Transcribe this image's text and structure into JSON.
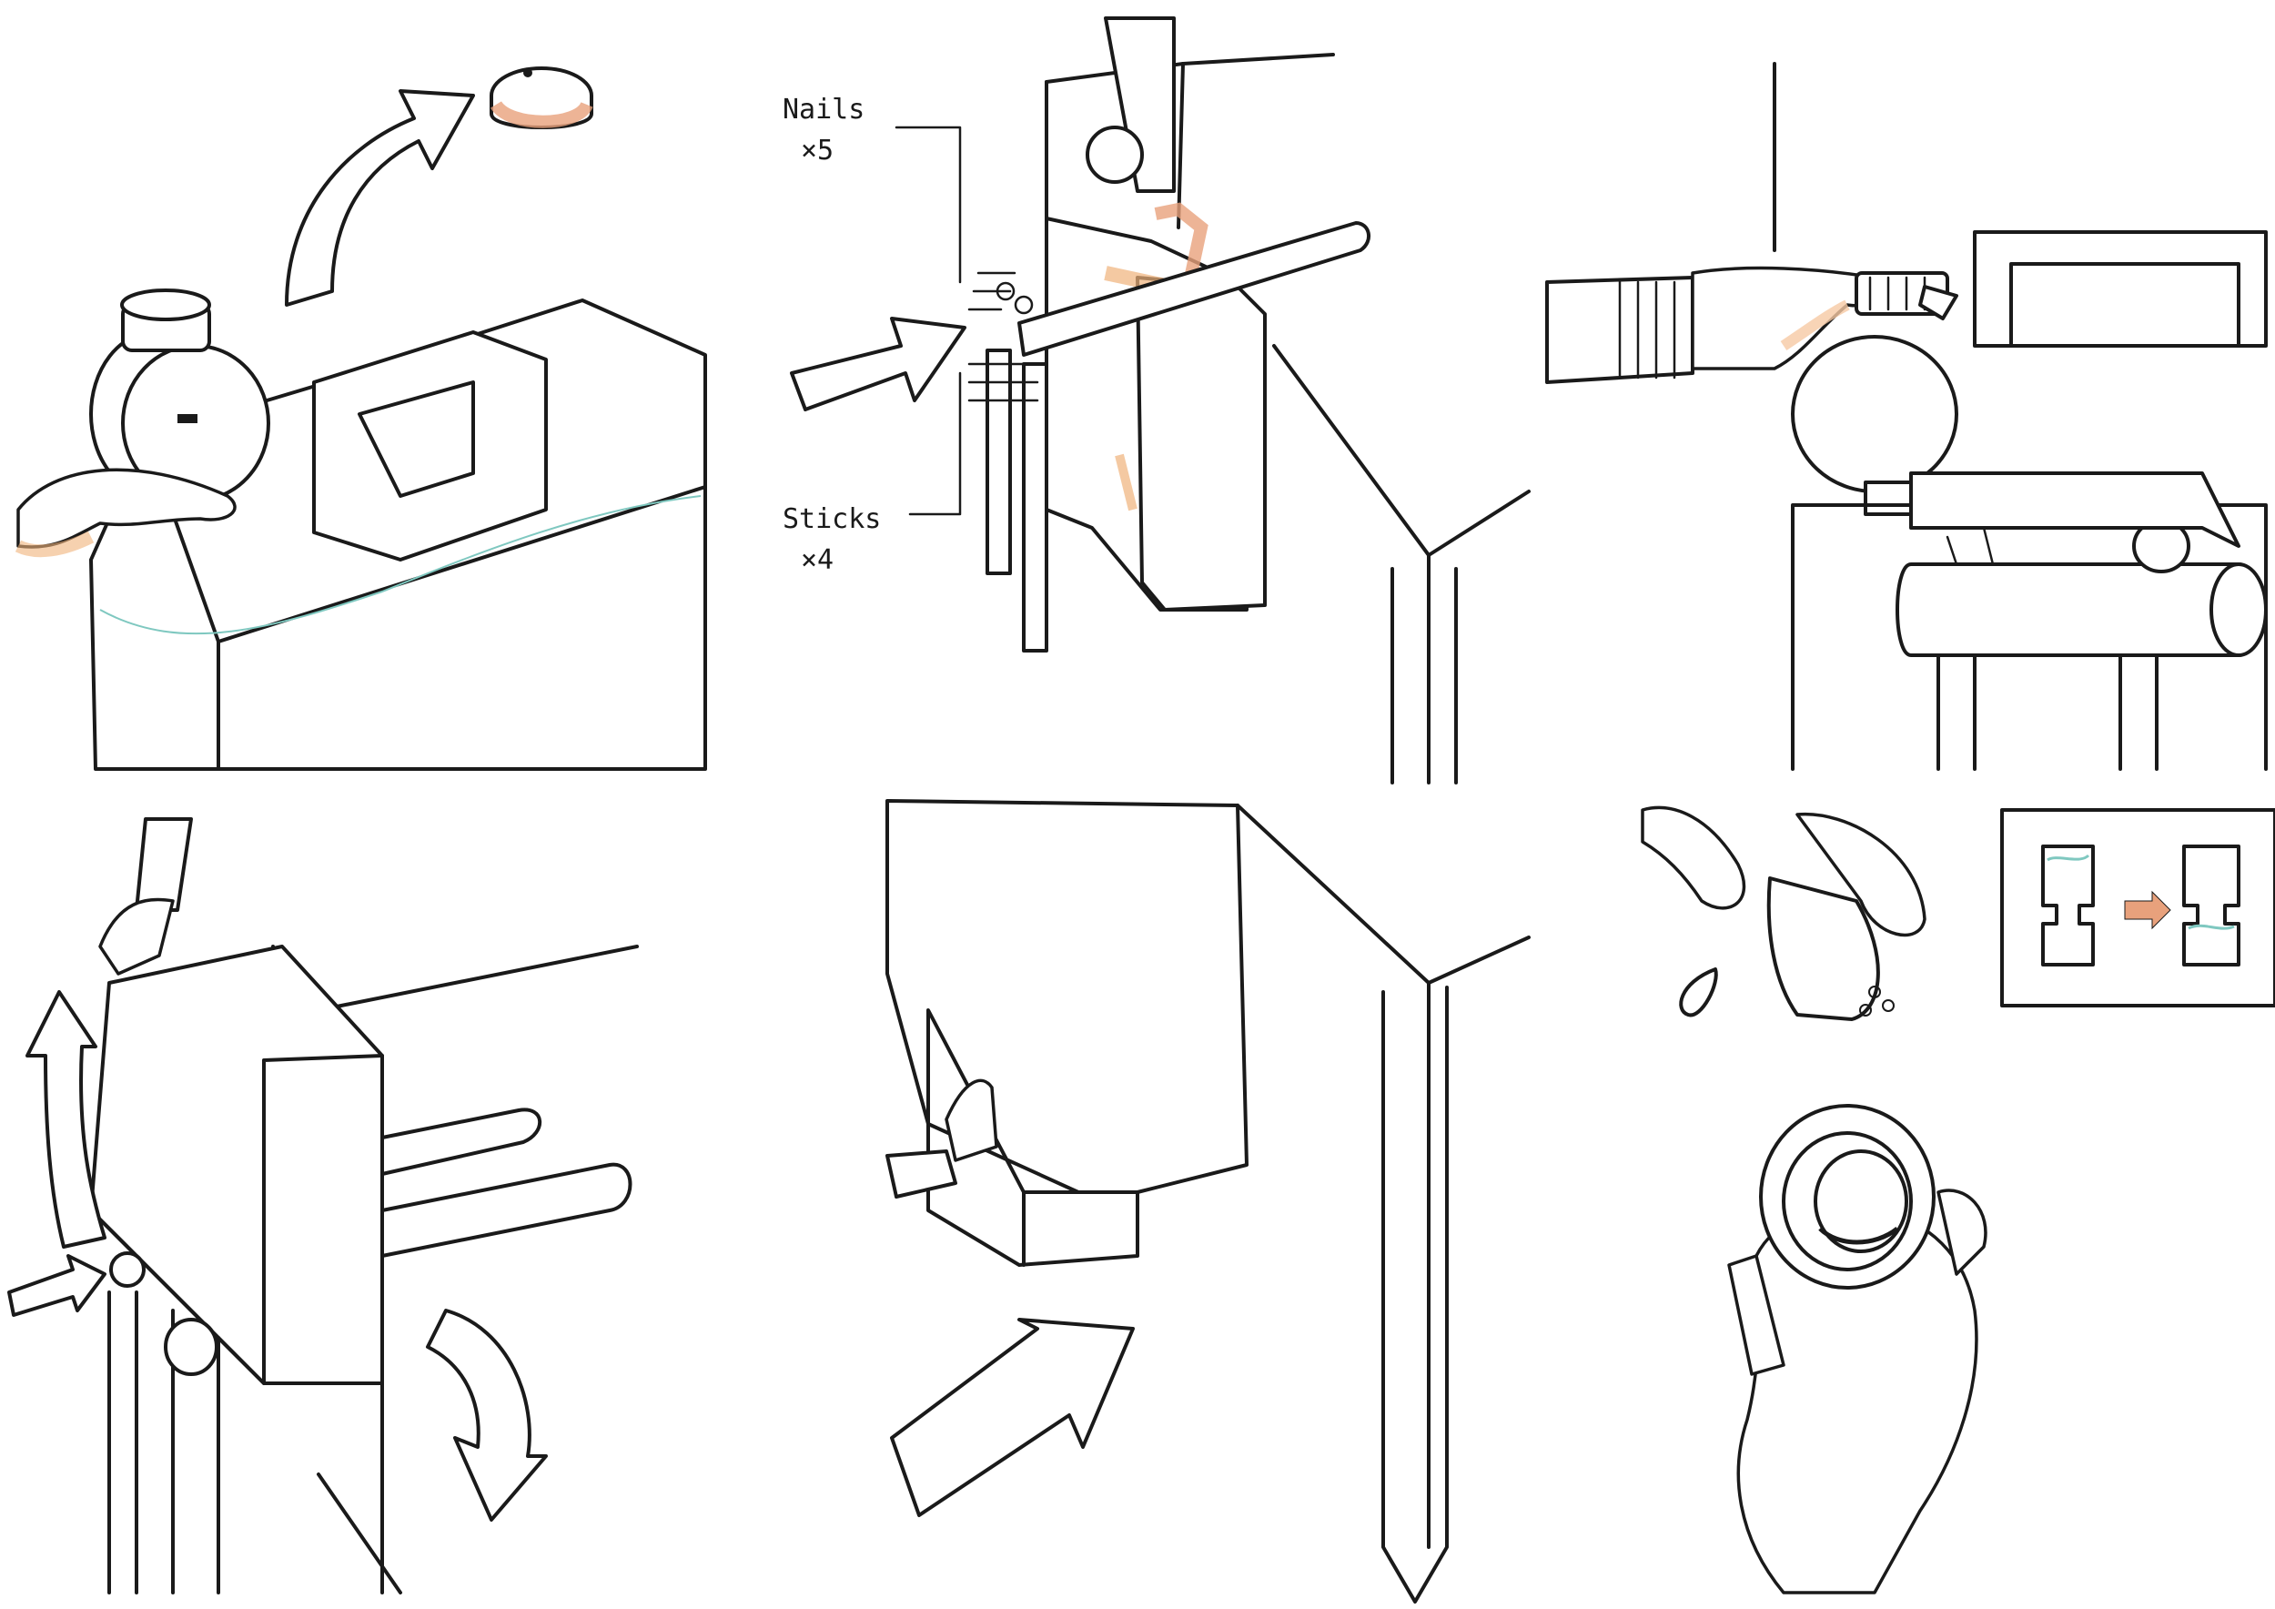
{
  "labels": {
    "nails": "Nails",
    "nails_qty": "×5",
    "sticks": "Sticks",
    "sticks_qty": "×4"
  },
  "colors": {
    "ink": "#1a1a1a",
    "paper": "#ffffff",
    "shadow_orange": "#f0b27a",
    "skin_tint": "#f6c9a4",
    "wood_tint": "#c9b8a6",
    "water": "#7fc8c0",
    "arrow_tint": "#e8a17c"
  },
  "panels": [
    {
      "id": "panel-1",
      "icon": "jerrycan-cap-removal"
    },
    {
      "id": "panel-2",
      "icon": "nail-sticks-to-stand"
    },
    {
      "id": "panel-3",
      "icon": "screw-cap-on"
    },
    {
      "id": "panel-4",
      "icon": "tip-can-onto-stand"
    },
    {
      "id": "panel-5",
      "icon": "push-can-arrow"
    },
    {
      "id": "panel-6",
      "icon": "use-tap-and-cup"
    }
  ]
}
